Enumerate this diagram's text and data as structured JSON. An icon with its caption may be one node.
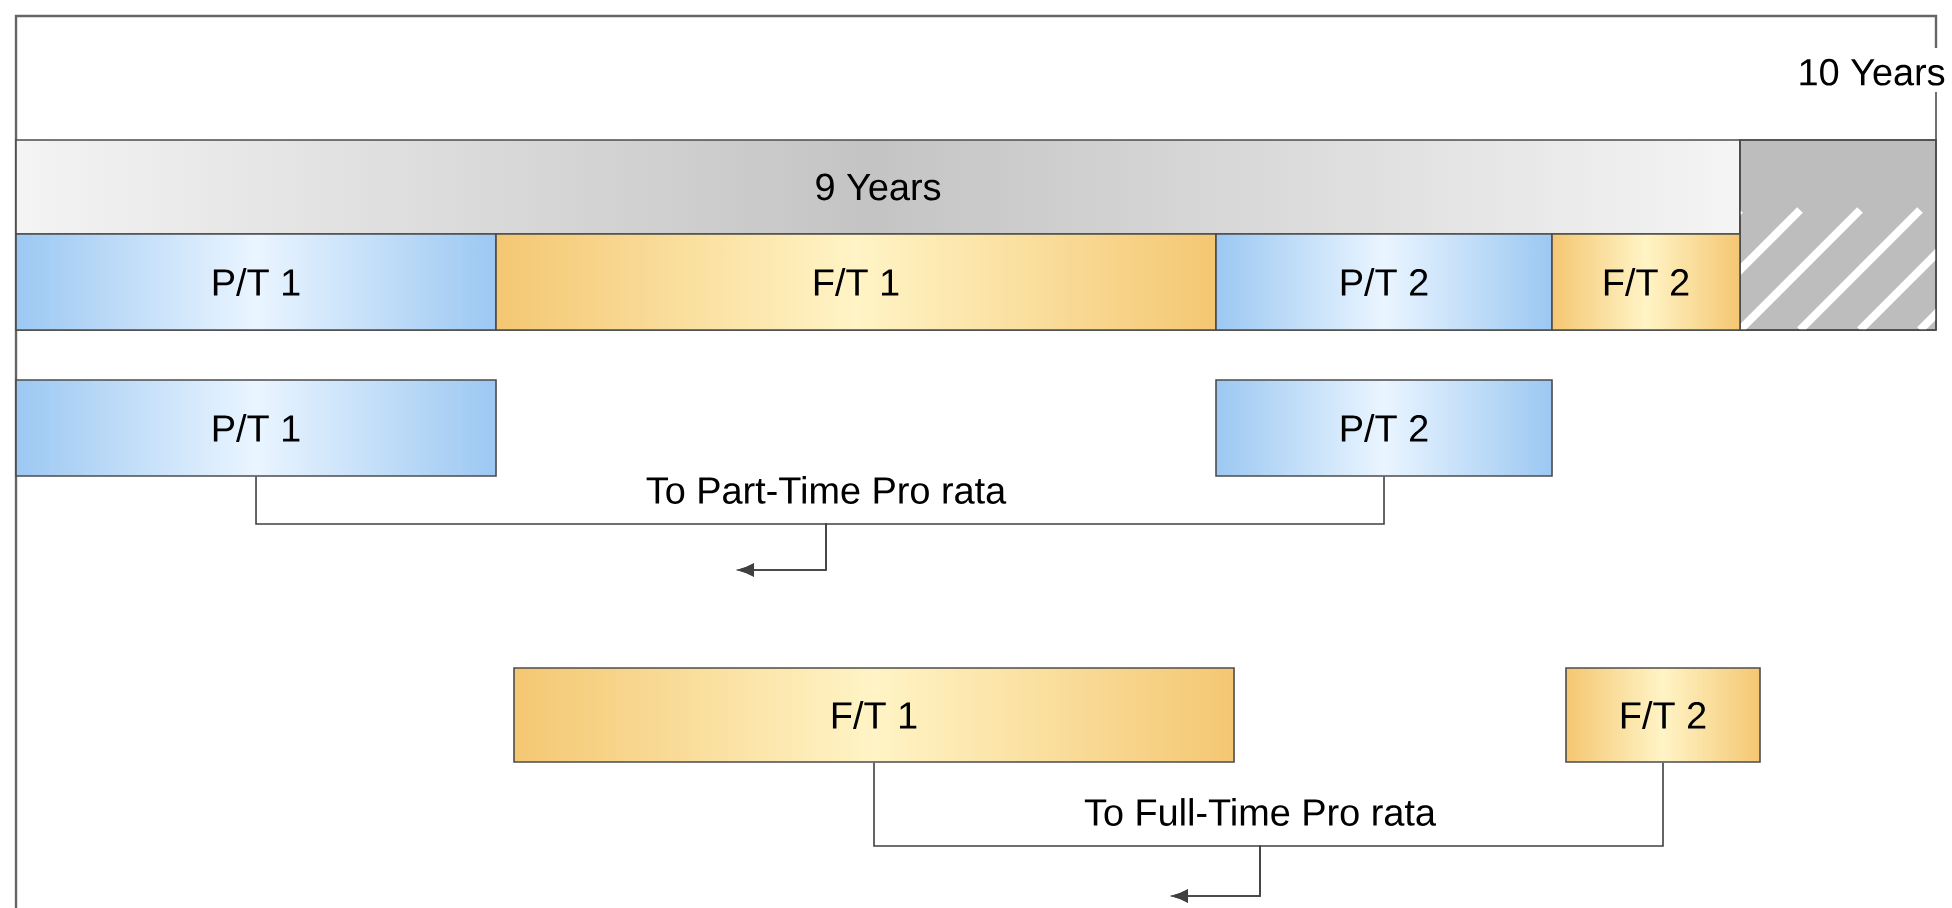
{
  "diagram": {
    "nodes": [
      {
        "text": [
          "9 Years"
        ]
      },
      {
        "text": [],
        "shape": "box"
      },
      {
        "text": [
          "P/T 1"
        ]
      },
      {
        "text": [
          "F/T 1"
        ]
      },
      {
        "text": [
          "P/T 2"
        ]
      },
      {
        "text": [
          "F/T 2"
        ]
      },
      {
        "text": [
          "P/T 1"
        ]
      },
      {
        "text": [
          "P/T 2"
        ]
      },
      {
        "text": [
          "F/T 1"
        ]
      },
      {
        "text": [
          "F/T 2"
        ]
      }
    ],
    "edges": [
      {
        "from": 6,
        "to": null,
        "arrow": "to",
        "label": "To Part-Time Pro rata"
      },
      {
        "from": 7,
        "to": null,
        "arrow": "to"
      },
      {
        "from": 8,
        "to": null,
        "arrow": "to",
        "label": "To Full-Time Pro rata"
      },
      {
        "from": 9,
        "to": null,
        "arrow": "to"
      }
    ],
    "labels": [
      "10 Years"
    ]
  }
}
